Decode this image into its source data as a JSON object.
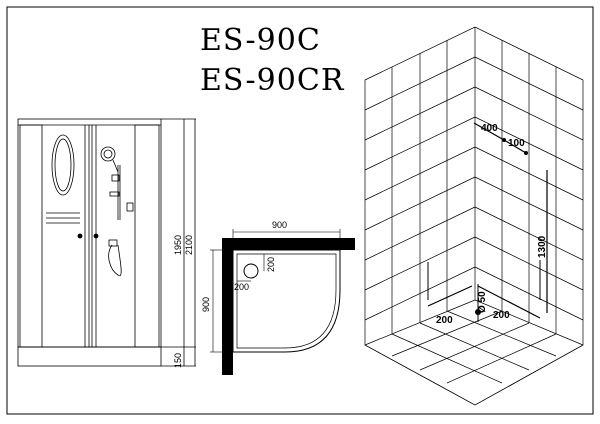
{
  "titles": {
    "line1": "ES-90C",
    "line2": "ES-90CR"
  },
  "front_view": {
    "height_inner": "1950",
    "height_total": "2100",
    "tray_height": "150"
  },
  "plan_view": {
    "width": "900",
    "depth": "900",
    "drain_x": "200",
    "drain_y": "200"
  },
  "wall_view": {
    "offset_a": "400",
    "offset_b": "100",
    "height": "1300",
    "diameter": "Ø 50",
    "floor_left": "200",
    "floor_right": "200"
  }
}
